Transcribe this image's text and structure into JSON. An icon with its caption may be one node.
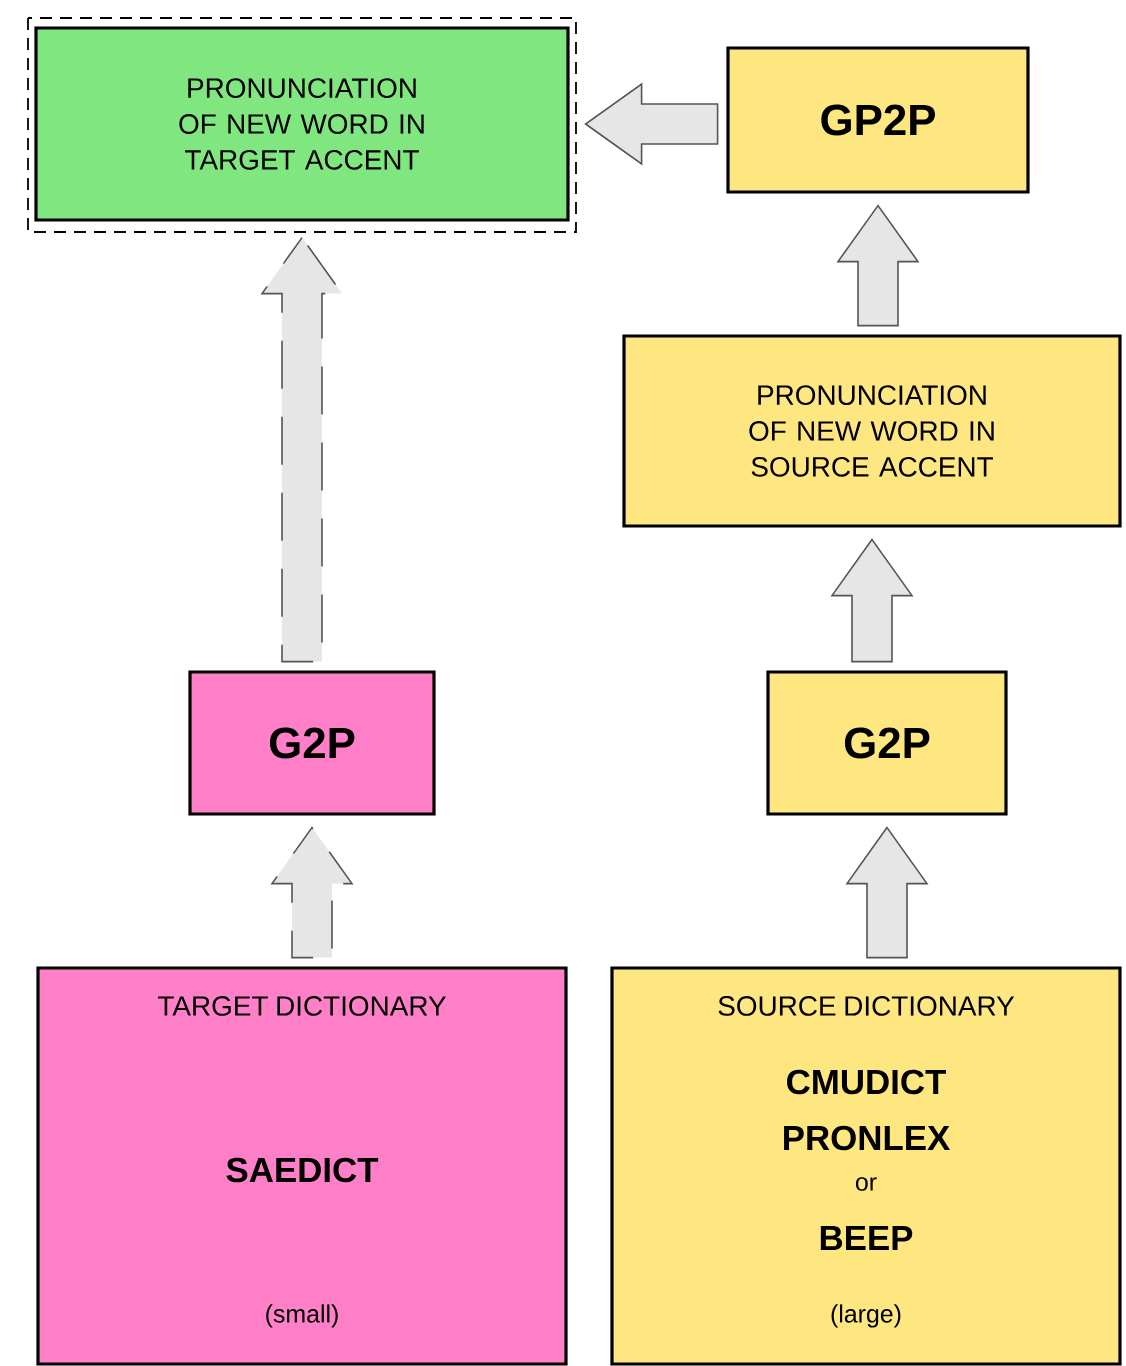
{
  "diagram": {
    "nodes": [
      {
        "text": [
          "PRONUNCIATION OF NEW WORD IN TARGET ACCENT"
        ]
      },
      {
        "text": [
          "GP2P"
        ]
      },
      {
        "text": [
          "PRONUNCIATION OF NEW WORD IN SOURCE ACCENT"
        ]
      },
      {
        "text": [
          "G2P"
        ]
      },
      {
        "text": [
          "G2P"
        ]
      },
      {
        "text": [
          "TARGET DICTIONARY",
          "SAEDICT",
          "(small)"
        ]
      },
      {
        "text": [
          "SOURCE DICTIONARY",
          "CMUDICT",
          "PRONLEX",
          "or",
          "BEEP",
          "(large)"
        ]
      }
    ],
    "edges": [
      {
        "from": 1,
        "to": 0,
        "arrow": "to"
      },
      {
        "from": 3,
        "to": 0,
        "arrow": "to",
        "style": "dashed"
      },
      {
        "from": 2,
        "to": 1,
        "arrow": "to"
      },
      {
        "from": 4,
        "to": 2,
        "arrow": "to"
      },
      {
        "from": 5,
        "to": 3,
        "arrow": "to",
        "style": "dashed"
      },
      {
        "from": 6,
        "to": 4,
        "arrow": "to"
      }
    ]
  }
}
